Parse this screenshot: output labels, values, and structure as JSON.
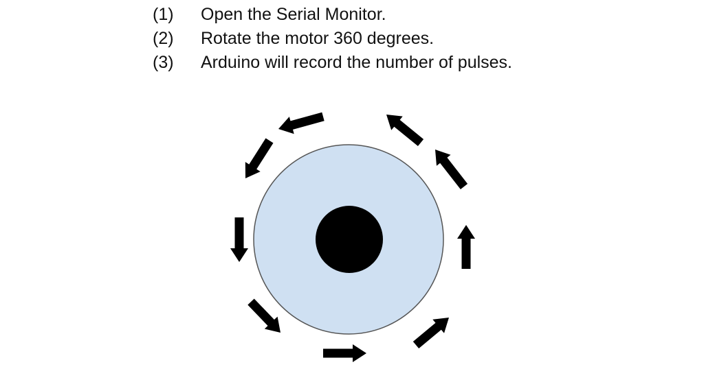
{
  "steps": [
    {
      "number": "(1)",
      "text": "Open the Serial Monitor."
    },
    {
      "number": "(2)",
      "text": "Rotate the motor 360 degrees."
    },
    {
      "number": "(3)",
      "text": "Arduino will record the number of pulses."
    }
  ],
  "colors": {
    "disc": "#cfe0f2",
    "disc_outline": "#555555",
    "hub": "#000000",
    "arrow": "#000000"
  },
  "rotation_direction": "counterclockwise",
  "arrow_count": 9
}
